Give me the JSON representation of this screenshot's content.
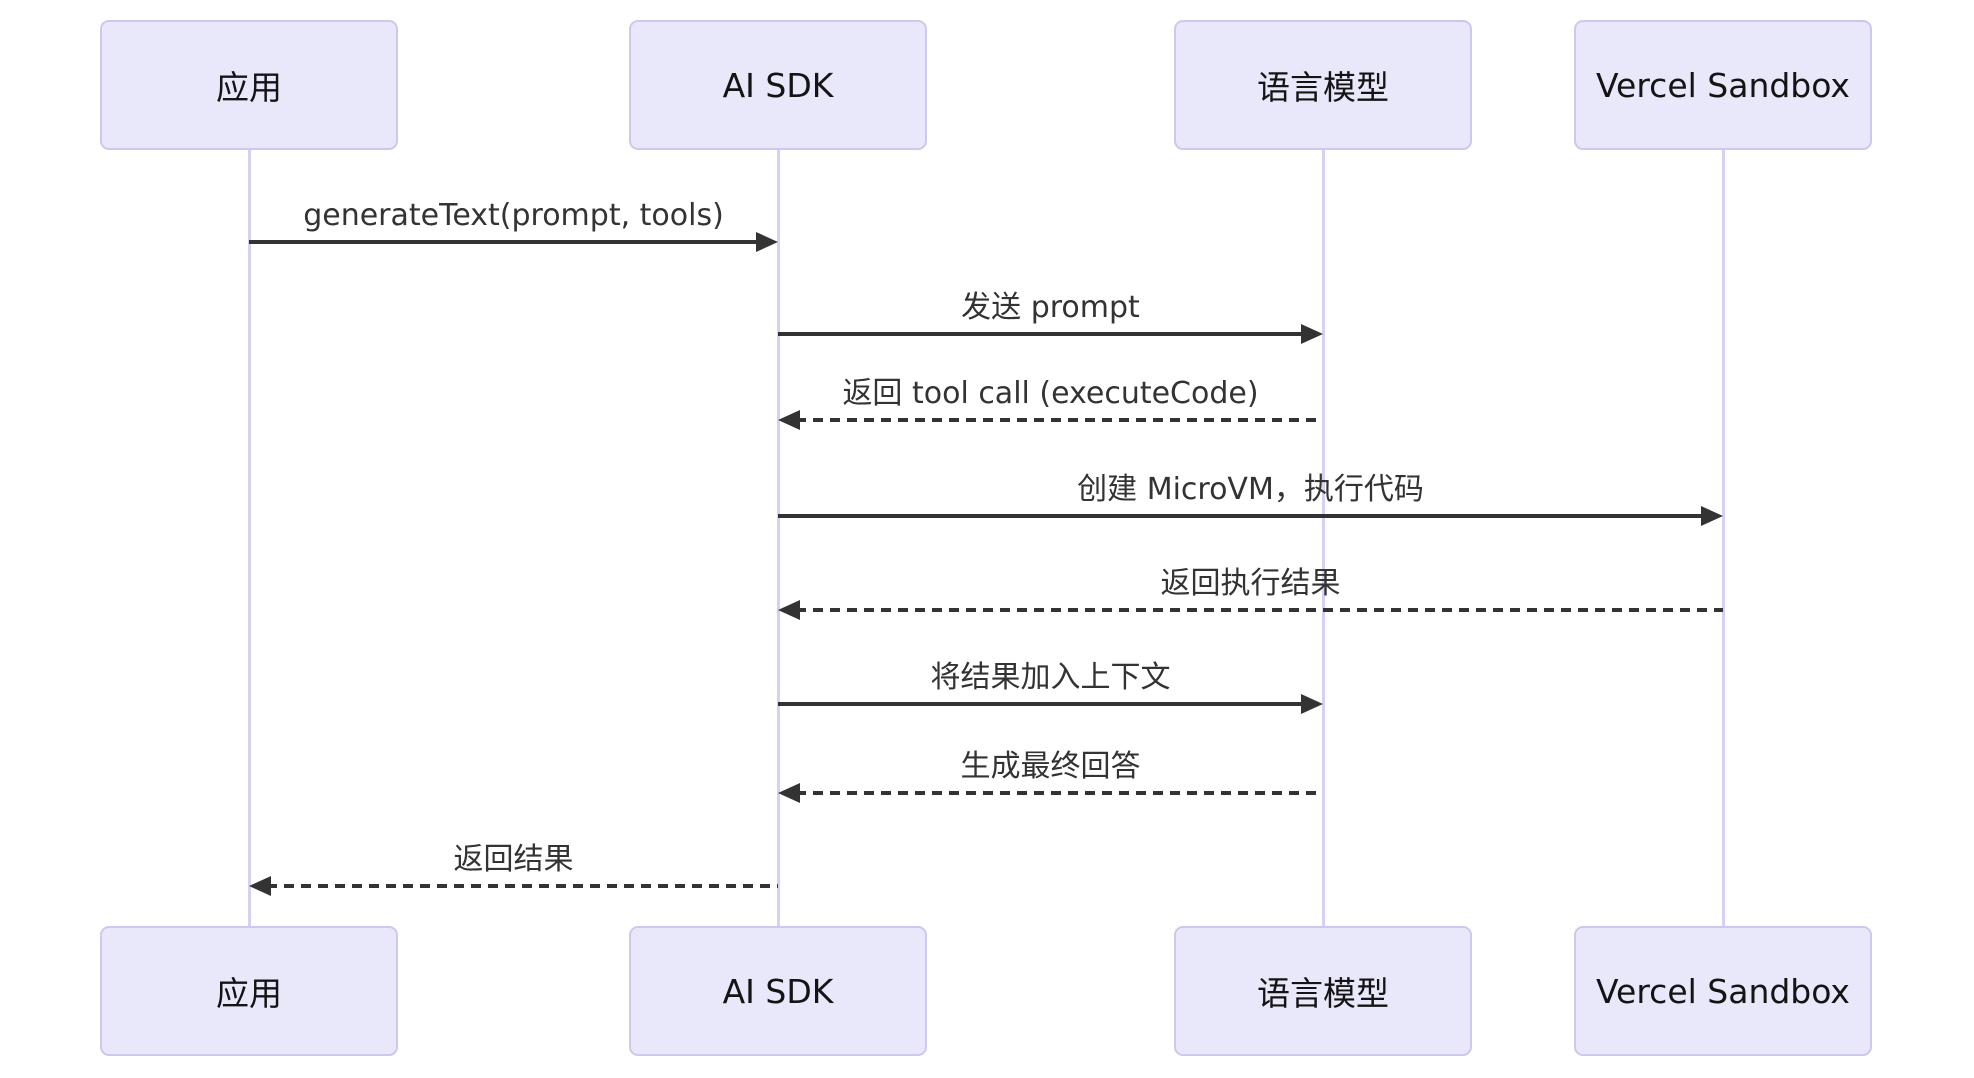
{
  "diagram": {
    "type": "sequence",
    "actors": [
      {
        "id": "app",
        "label": "应用"
      },
      {
        "id": "sdk",
        "label": "AI SDK"
      },
      {
        "id": "llm",
        "label": "语言模型"
      },
      {
        "id": "sandbox",
        "label": "Vercel Sandbox"
      }
    ],
    "messages": [
      {
        "from": "app",
        "to": "sdk",
        "label": "generateText(prompt, tools)",
        "line": "solid"
      },
      {
        "from": "sdk",
        "to": "llm",
        "label": "发送 prompt",
        "line": "solid"
      },
      {
        "from": "llm",
        "to": "sdk",
        "label": "返回 tool call (executeCode)",
        "line": "dashed"
      },
      {
        "from": "sdk",
        "to": "sandbox",
        "label": "创建 MicroVM，执行代码",
        "line": "solid"
      },
      {
        "from": "sandbox",
        "to": "sdk",
        "label": "返回执行结果",
        "line": "dashed"
      },
      {
        "from": "sdk",
        "to": "llm",
        "label": "将结果加入上下文",
        "line": "solid"
      },
      {
        "from": "llm",
        "to": "sdk",
        "label": "生成最终回答",
        "line": "dashed"
      },
      {
        "from": "sdk",
        "to": "app",
        "label": "返回结果",
        "line": "dashed"
      }
    ],
    "colors": {
      "actor_fill": "#E9E7FA",
      "actor_border": "#CFC7EC",
      "lifeline": "#D8D0F0",
      "message": "#333333",
      "background": "#FFFFFF"
    }
  }
}
